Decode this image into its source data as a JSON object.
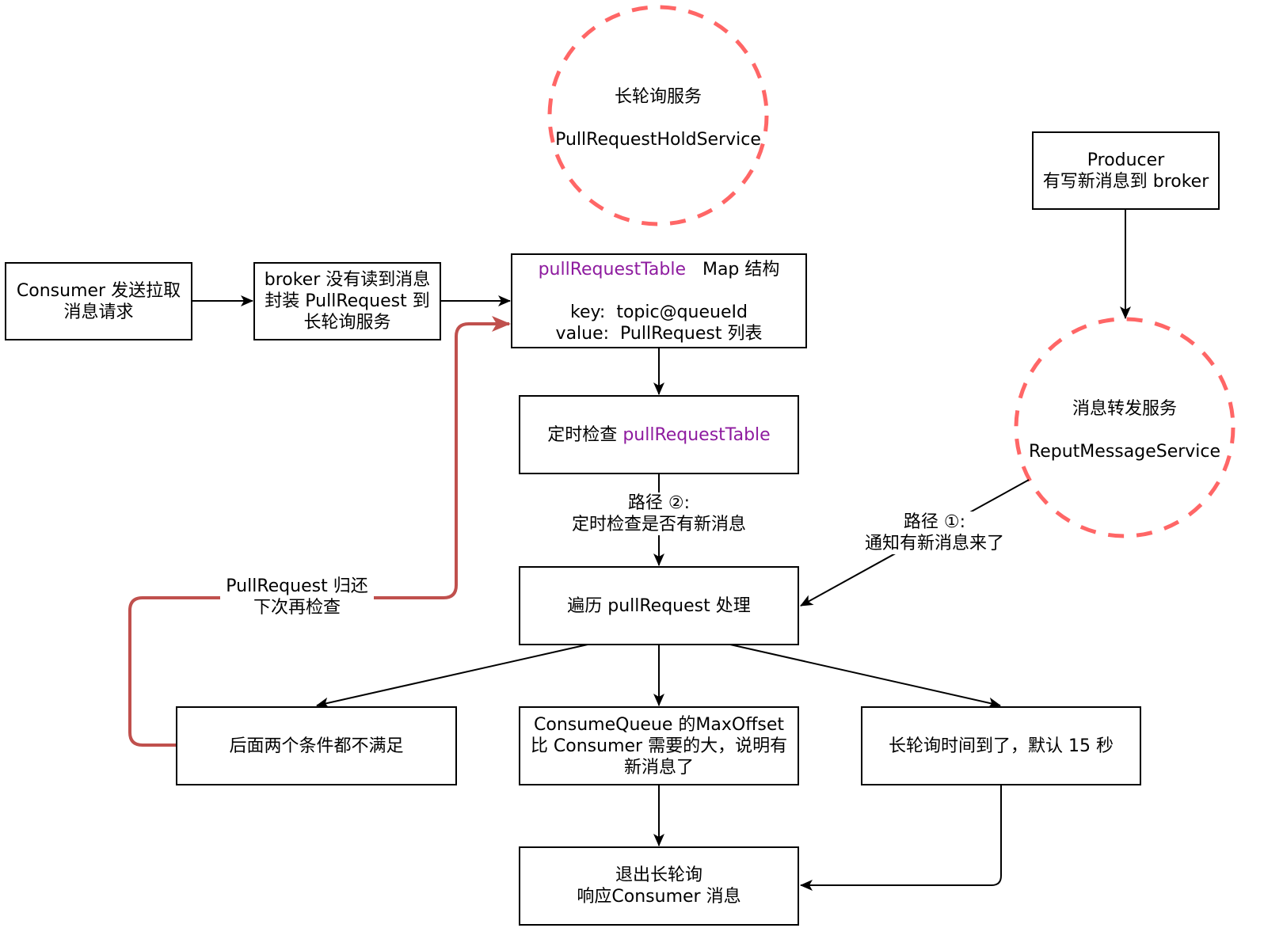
{
  "diagram": {
    "colors": {
      "accent_purple": "#8e1b9f",
      "dashed_circle": "#ff6666",
      "loop_edge": "#c0504d",
      "edge": "#000000"
    },
    "services": {
      "hold_service": {
        "title": "长轮询服务",
        "name": "PullRequestHoldService"
      },
      "reput_service": {
        "title": "消息转发服务",
        "name": "ReputMessageService"
      }
    },
    "nodes": {
      "consumer_request": {
        "line1": "Consumer 发送拉取",
        "line2": "消息请求"
      },
      "broker_wrap": {
        "line1": "broker 没有读到消息",
        "line2": "封装 PullRequest 到",
        "line3": "长轮询服务"
      },
      "pull_request_table": {
        "title_code": "pullRequestTable",
        "title_suffix": "Map 结构",
        "key_line": "key:  topic@queueId",
        "value_line": "value:  PullRequest 列表"
      },
      "producer": {
        "line1": "Producer",
        "line2": "有写新消息到 broker"
      },
      "timer_check": {
        "prefix": "定时检查",
        "code": "pullRequestTable"
      },
      "iterate": {
        "text": "遍历 pullRequest 处理"
      },
      "neither_condition": {
        "text": "后面两个条件都不满足"
      },
      "max_offset": {
        "line1": "ConsumeQueue 的MaxOffset",
        "line2": "比 Consumer 需要的大，说明有",
        "line3": "新消息了"
      },
      "timeout": {
        "text": "长轮询时间到了，默认 15 秒"
      },
      "exit": {
        "line1": "退出长轮询",
        "line2": "响应Consumer 消息"
      }
    },
    "edge_labels": {
      "path2": {
        "line1": "路径 ②:",
        "line2": "定时检查是否有新消息"
      },
      "path1": {
        "line1": "路径 ①:",
        "line2": "通知有新消息来了"
      },
      "return": {
        "line1": "PullRequest 归还",
        "line2": "下次再检查"
      }
    }
  }
}
